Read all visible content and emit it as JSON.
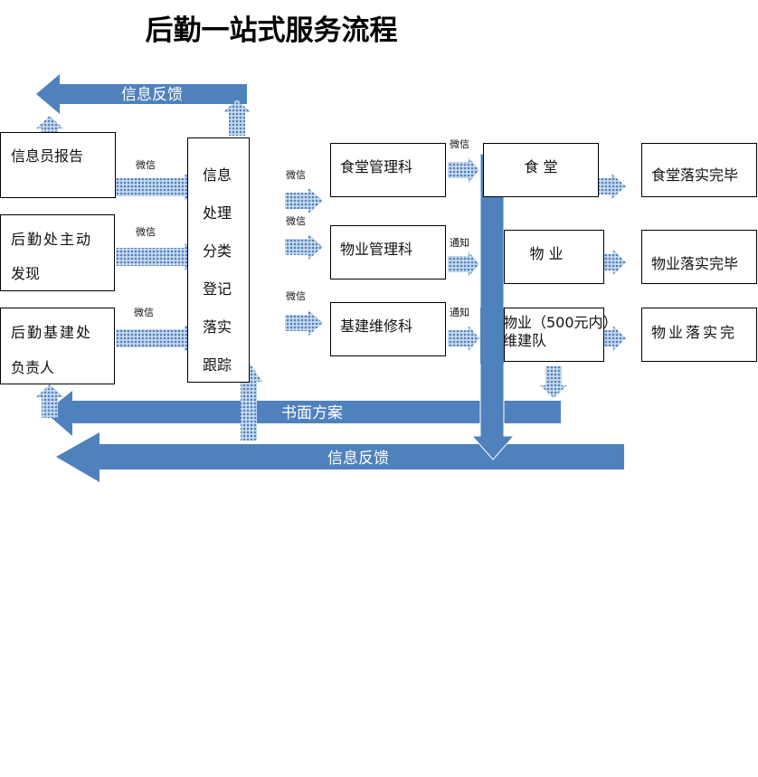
{
  "title": "后勤一站式服务流程",
  "colors": {
    "arrow": "#4f81bd",
    "arrow_light": "#a9c4e6"
  },
  "sources": [
    {
      "lines": [
        "信息员报告"
      ]
    },
    {
      "lines": [
        "后勤处主动",
        "发现"
      ]
    },
    {
      "lines": [
        "后勤基建处",
        "负责人"
      ]
    }
  ],
  "center_box": {
    "lines": [
      "信息",
      "处理",
      "分类",
      "登记",
      "落实",
      "跟踪"
    ]
  },
  "departments": [
    "食堂管理科",
    "物业管理科",
    "基建维修科"
  ],
  "executors": [
    {
      "lines": [
        "食 堂"
      ]
    },
    {
      "lines": [
        "物 业"
      ]
    },
    {
      "lines": [
        "物业（500元内）",
        "维建队"
      ]
    }
  ],
  "results": [
    "食堂落实完毕",
    "物业落实完毕",
    "物业落实完"
  ],
  "arrow_labels": {
    "left": [
      "微信",
      "微信",
      "微信"
    ],
    "middle": [
      "微信",
      "微信",
      "微信"
    ],
    "right": [
      "微信",
      "通知",
      "通知"
    ]
  },
  "feedback_top": "信息反馈",
  "written_plan": "书面方案",
  "feedback_bottom": "信息反馈"
}
